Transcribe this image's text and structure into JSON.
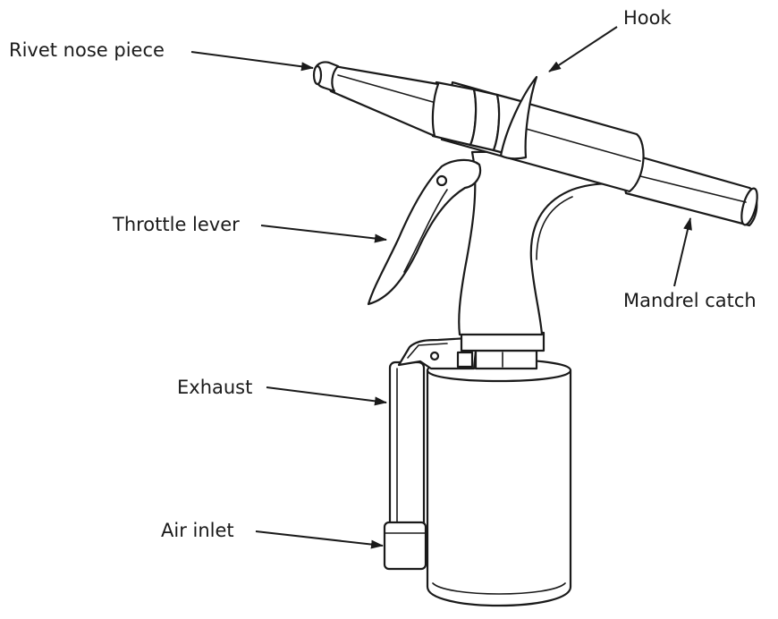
{
  "labels": {
    "rivet_nose_piece": "Rivet nose piece",
    "hook": "Hook",
    "throttle_lever": "Throttle lever",
    "mandrel_catch": "Mandrel catch",
    "exhaust": "Exhaust",
    "air_inlet": "Air inlet"
  }
}
